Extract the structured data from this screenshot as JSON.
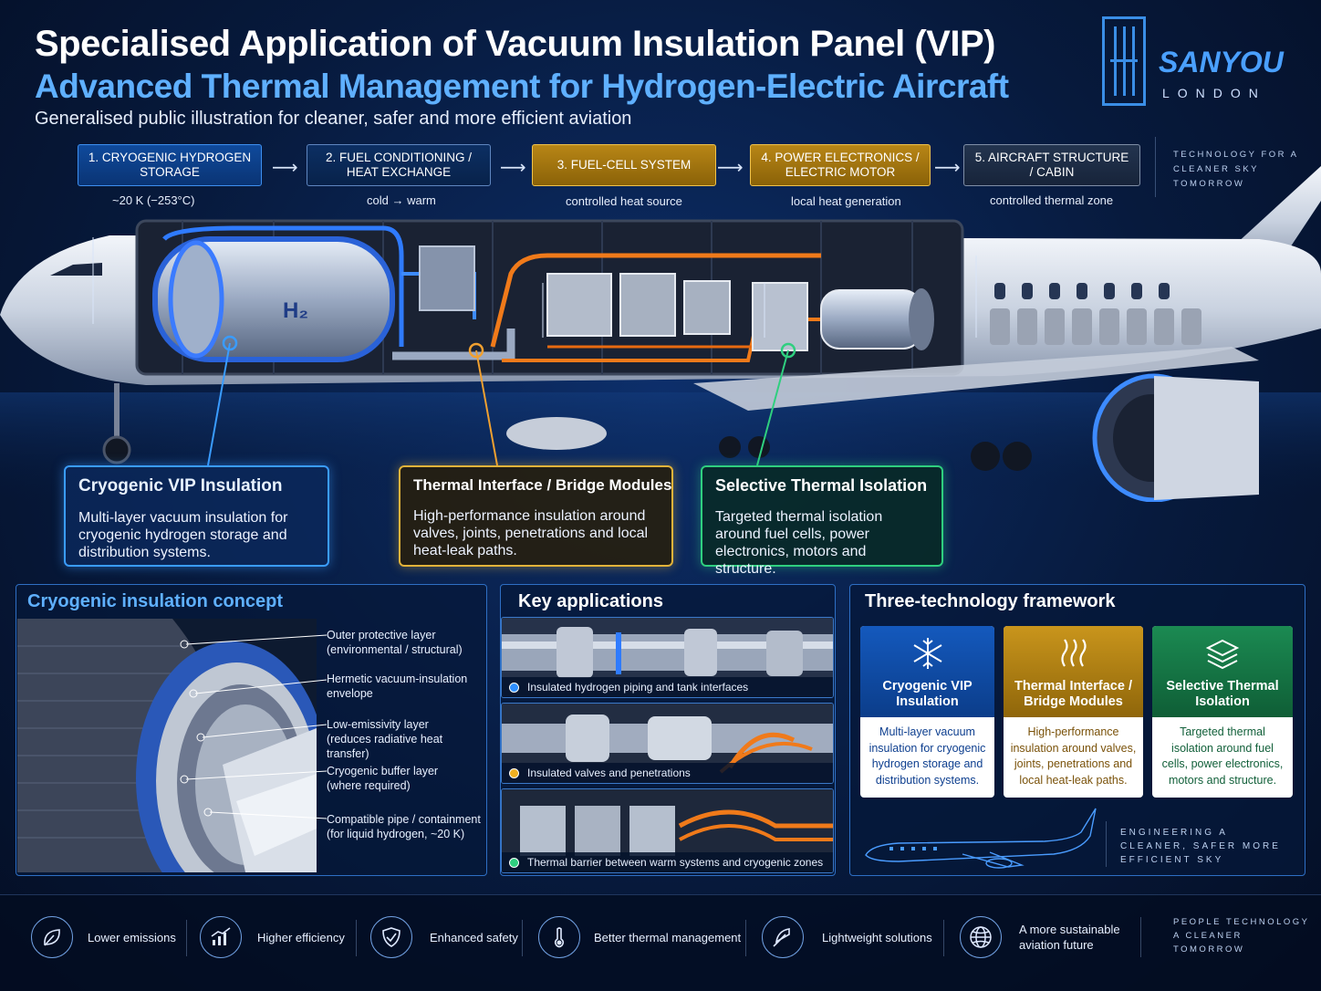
{
  "header": {
    "title": "Specialised Application of Vacuum Insulation Panel (VIP)",
    "subtitle": "Advanced Thermal Management for Hydrogen-Electric Aircraft",
    "description": "Generalised public illustration for cleaner, safer and more efficient aviation"
  },
  "brand": {
    "name": "SANYOU",
    "location": "LONDON",
    "tagline": "TECHNOLOGY FOR A CLEANER SKY TOMORROW"
  },
  "steps": [
    {
      "number": "1.",
      "label": "CRYOGENIC HYDROGEN STORAGE",
      "note": "~20 K (−253°C)"
    },
    {
      "number": "2.",
      "label": "FUEL CONDITIONING / HEAT EXCHANGE",
      "note": "cold → warm"
    },
    {
      "number": "3.",
      "label": "FUEL-CELL SYSTEM",
      "note": "controlled heat source"
    },
    {
      "number": "4.",
      "label": "POWER ELECTRONICS / ELECTRIC MOTOR",
      "note": "local heat generation"
    },
    {
      "number": "5.",
      "label": "AIRCRAFT STRUCTURE / CABIN",
      "note": "controlled thermal zone"
    }
  ],
  "aircraft": {
    "tank_label": "H₂"
  },
  "callouts": [
    {
      "title": "Cryogenic VIP Insulation",
      "body": "Multi-layer vacuum insulation for cryogenic hydrogen storage and distribution systems."
    },
    {
      "title": "Thermal Interface / Bridge Modules",
      "body": "High-performance insulation around valves, joints, penetrations and local heat-leak paths."
    },
    {
      "title": "Selective Thermal Isolation",
      "body": "Targeted thermal isolation around fuel cells, power electronics, motors and structure."
    }
  ],
  "concept": {
    "title": "Cryogenic insulation concept",
    "layers": [
      {
        "name": "Outer protective layer",
        "detail": "(environmental / structural)"
      },
      {
        "name": "Hermetic vacuum-insulation envelope",
        "detail": ""
      },
      {
        "name": "Low-emissivity layer",
        "detail": "(reduces radiative heat transfer)"
      },
      {
        "name": "Cryogenic buffer layer",
        "detail": "(where required)"
      },
      {
        "name": "Compatible pipe / containment",
        "detail": "(for liquid hydrogen, ~20 K)"
      }
    ]
  },
  "applications": {
    "title": "Key applications",
    "items": [
      {
        "caption": "Insulated hydrogen piping and tank interfaces",
        "color": "#2f8fff"
      },
      {
        "caption": "Insulated valves and penetrations",
        "color": "#f0b020"
      },
      {
        "caption": "Thermal barrier between warm systems and cryogenic zones",
        "color": "#2fcf7f"
      }
    ]
  },
  "framework": {
    "title": "Three-technology framework",
    "cards": [
      {
        "title": "Cryogenic VIP Insulation",
        "body": "Multi-layer vacuum insulation for cryogenic hydrogen storage and distribution systems.",
        "icon": "snowflake-icon",
        "color": "#0f4fa8"
      },
      {
        "title": "Thermal Interface / Bridge Modules",
        "body": "High-performance insulation around valves, joints, penetrations and local heat-leak paths.",
        "icon": "heat-waves-icon",
        "color": "#b68614"
      },
      {
        "title": "Selective Thermal Isolation",
        "body": "Targeted thermal isolation around fuel cells, power electronics, motors and structure.",
        "icon": "layers-icon",
        "color": "#167a4a"
      }
    ],
    "slogan": "ENGINEERING A CLEANER, SAFER MORE EFFICIENT SKY"
  },
  "benefits": [
    {
      "label": "Lower emissions",
      "icon": "leaf-icon"
    },
    {
      "label": "Higher efficiency",
      "icon": "chart-up-icon"
    },
    {
      "label": "Enhanced safety",
      "icon": "shield-check-icon"
    },
    {
      "label": "Better thermal management",
      "icon": "thermometer-icon"
    },
    {
      "label": "Lightweight solutions",
      "icon": "feather-icon"
    },
    {
      "label": "A more sustainable aviation future",
      "icon": "globe-icon"
    }
  ],
  "footer_tagline": "PEOPLE TECHNOLOGY A CLEANER TOMORROW",
  "colors": {
    "accent_blue": "#3a9cff",
    "accent_gold": "#e2b33a",
    "accent_green": "#2fcf7f",
    "bg": "#071a3d"
  }
}
